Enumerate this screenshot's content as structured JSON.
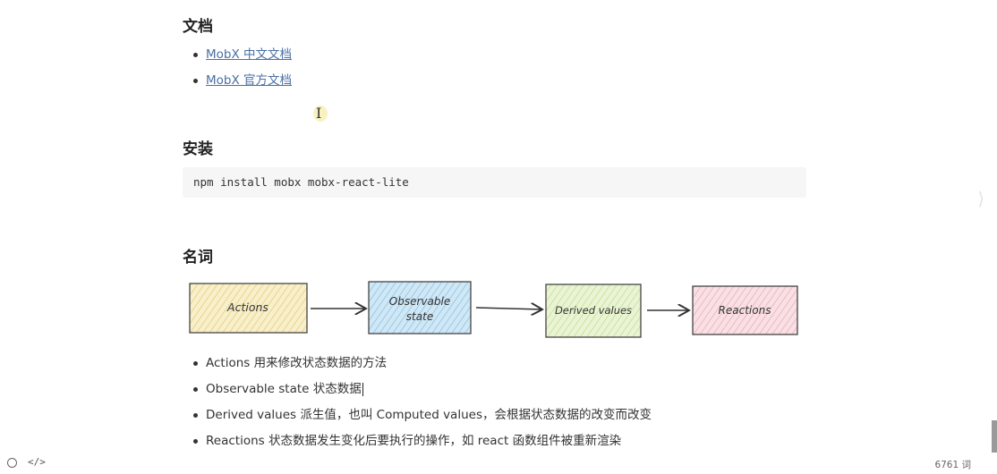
{
  "sections": {
    "docs": {
      "title": "文档",
      "links": [
        {
          "label": "MobX 中文文档"
        },
        {
          "label": "MobX 官方文档"
        }
      ]
    },
    "install": {
      "title": "安装",
      "command": "npm install mobx mobx-react-lite"
    },
    "terms": {
      "title": "名词",
      "diagram": {
        "boxes": [
          {
            "label": "Actions",
            "color": "#f3e2a0",
            "stroke": "#d0b54e"
          },
          {
            "label_line1": "Observable",
            "label_line2": "state",
            "color": "#a9d4ec",
            "stroke": "#5aa3cf"
          },
          {
            "label": "Derived values",
            "color": "#d8ebb3",
            "stroke": "#93c15a"
          },
          {
            "label": "Reactions",
            "color": "#f2c6cd",
            "stroke": "#d9848f"
          }
        ]
      },
      "items": [
        {
          "text": "Actions 用来修改状态数据的方法"
        },
        {
          "text": "Observable state 状态数据"
        },
        {
          "text": "Derived values 派生值，也叫 Computed values，会根据状态数据的改变而改变"
        },
        {
          "text": "Reactions 状态数据发生变化后要执行的操作，如 react 函数组件被重新渲染"
        }
      ]
    }
  },
  "statusbar": {
    "code_toggle": "</>",
    "word_count": "6761 词"
  },
  "editor": {
    "text_cursor": "I",
    "side_chevron": "⟩"
  }
}
